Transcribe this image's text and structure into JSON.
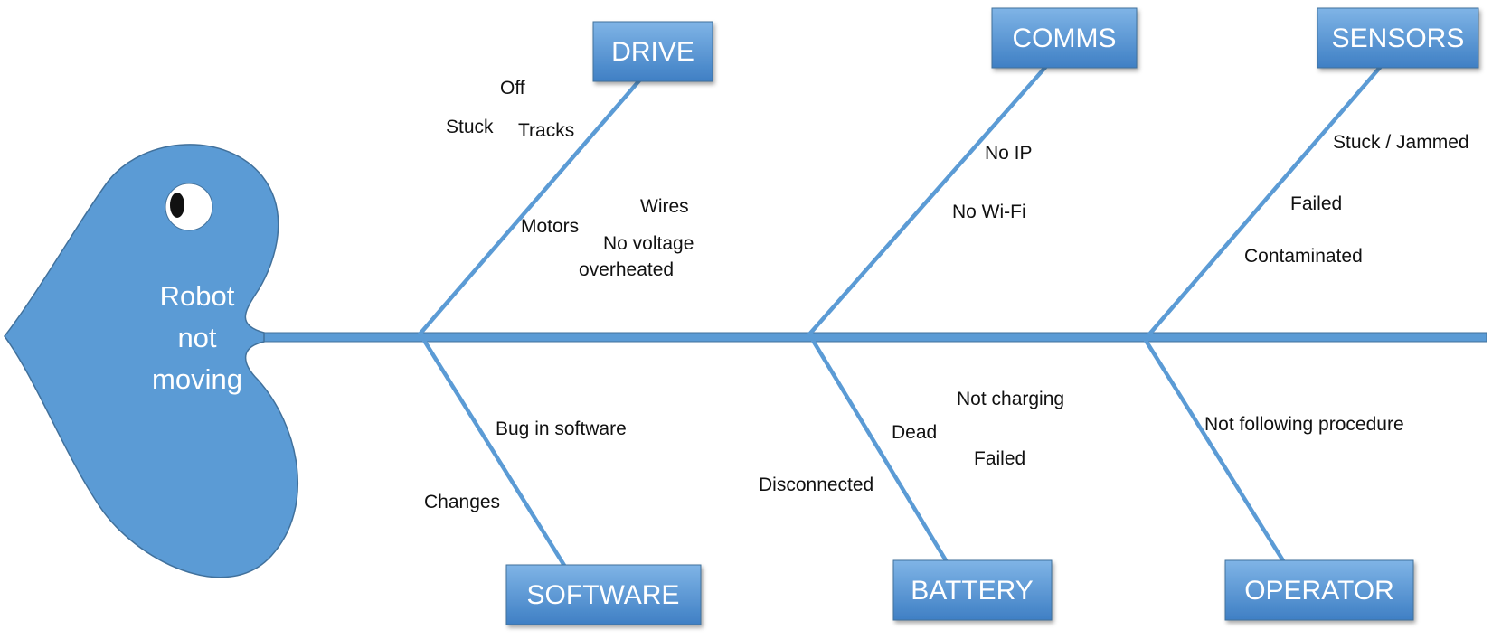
{
  "problem": {
    "lines": [
      "Robot",
      "not",
      "moving"
    ]
  },
  "categories": [
    {
      "key": "drive",
      "label": "DRIVE",
      "causes": [
        "Off",
        "Stuck",
        "Tracks",
        "Wires",
        "Motors",
        "No voltage",
        "overheated"
      ]
    },
    {
      "key": "comms",
      "label": "COMMS",
      "causes": [
        "No IP",
        "No Wi-Fi"
      ]
    },
    {
      "key": "sensors",
      "label": "SENSORS",
      "causes": [
        "Stuck / Jammed",
        "Failed",
        "Contaminated"
      ]
    },
    {
      "key": "software",
      "label": "SOFTWARE",
      "causes": [
        "Bug in software",
        "Changes"
      ]
    },
    {
      "key": "battery",
      "label": "BATTERY",
      "causes": [
        "Not charging",
        "Dead",
        "Failed",
        "Disconnected"
      ]
    },
    {
      "key": "operator",
      "label": "OPERATOR",
      "causes": [
        "Not following procedure"
      ]
    }
  ],
  "colors": {
    "fish_fill": "#5b9bd5",
    "fish_stroke": "#41719c",
    "bone": "#5b9bd5",
    "box_top": "#7fb4e6",
    "box_bottom": "#3f7fc4"
  }
}
